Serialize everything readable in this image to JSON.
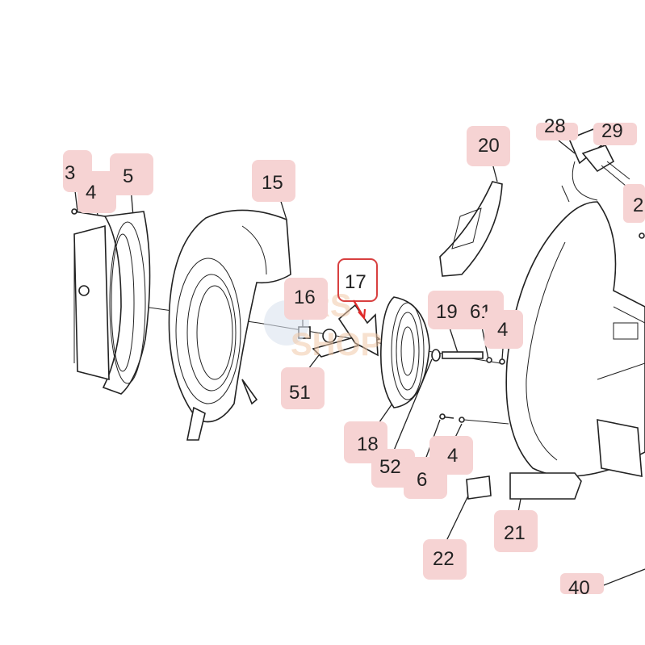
{
  "diagram": {
    "highlighted_part": "17",
    "callouts": [
      "3",
      "4",
      "5",
      "15",
      "16",
      "17",
      "51",
      "18",
      "52",
      "19",
      "61",
      "4",
      "6",
      "4",
      "20",
      "28",
      "29",
      "2",
      "21",
      "22",
      "40"
    ]
  },
  "watermark": {
    "text_top": "RS",
    "text_bottom": "SHOP"
  },
  "colors": {
    "callout": "#f6d3d3",
    "highlight": "#d84040",
    "arrow": "#e02a2a"
  }
}
